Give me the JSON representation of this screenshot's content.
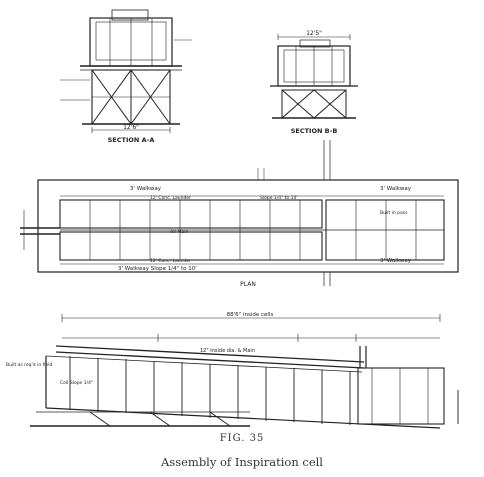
{
  "sections": {
    "a_label": "SECTION A-A",
    "b_label": "SECTION B-B",
    "a_width_dim": "12'6\"",
    "b_width_dim": "12'5\""
  },
  "plan": {
    "label": "PLAN",
    "walkway_top_left": "3' Walkway",
    "walkway_top_right": "3' Walkway",
    "walkway_bottom_left": "3' Walkway  Slope 1/4\" to 10'",
    "walkway_bottom_right": "3' Walkway",
    "launder_top": "12' Conc. Launder",
    "launder_bottom": "12' Conc. Launder",
    "slope_note": "Slope 1/4\" to 10'",
    "air_main": "Air Main",
    "bulk_note": "Built in pass"
  },
  "elevation": {
    "overall_dim": "88'6\" inside cells",
    "inside_dia_note": "12\" Inside dia. & Main",
    "left_note": "Built as req'd in field",
    "cell_slope": "Cell Slope 1/4\""
  },
  "caption": {
    "figure_number": "FIG. 35",
    "title": "Assembly of Inspiration cell"
  }
}
